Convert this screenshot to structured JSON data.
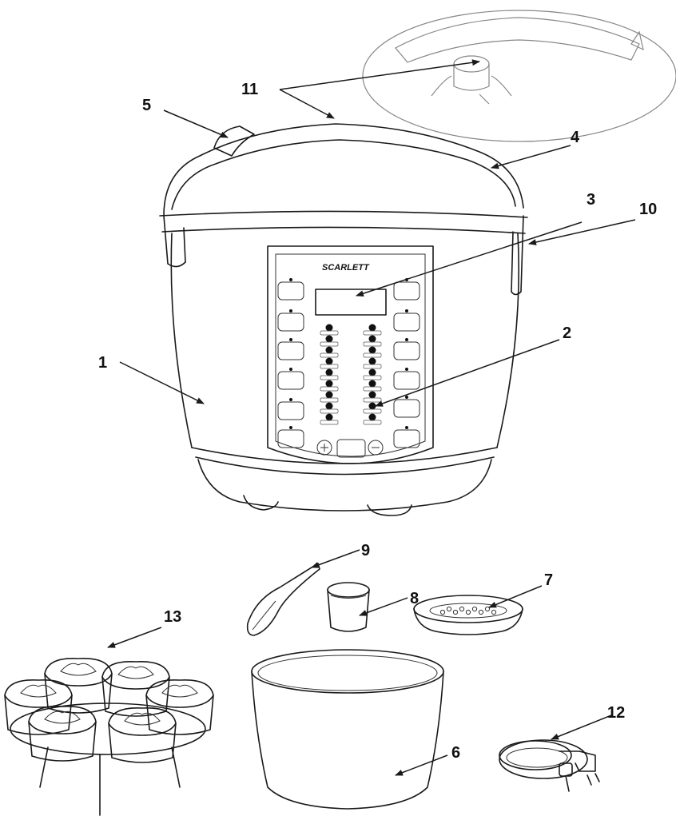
{
  "brand": "SCARLETT",
  "callouts": [
    {
      "id": "1",
      "text": "1"
    },
    {
      "id": "2",
      "text": "2"
    },
    {
      "id": "3",
      "text": "3"
    },
    {
      "id": "4",
      "text": "4"
    },
    {
      "id": "5",
      "text": "5"
    },
    {
      "id": "6",
      "text": "6"
    },
    {
      "id": "7",
      "text": "7"
    },
    {
      "id": "8",
      "text": "8"
    },
    {
      "id": "9",
      "text": "9"
    },
    {
      "id": "10",
      "text": "10"
    },
    {
      "id": "11",
      "text": "11"
    },
    {
      "id": "12",
      "text": "12"
    },
    {
      "id": "13",
      "text": "13"
    }
  ],
  "colors": {
    "line": "#1a1a1a",
    "faint": "#888888",
    "background": "#ffffff"
  }
}
